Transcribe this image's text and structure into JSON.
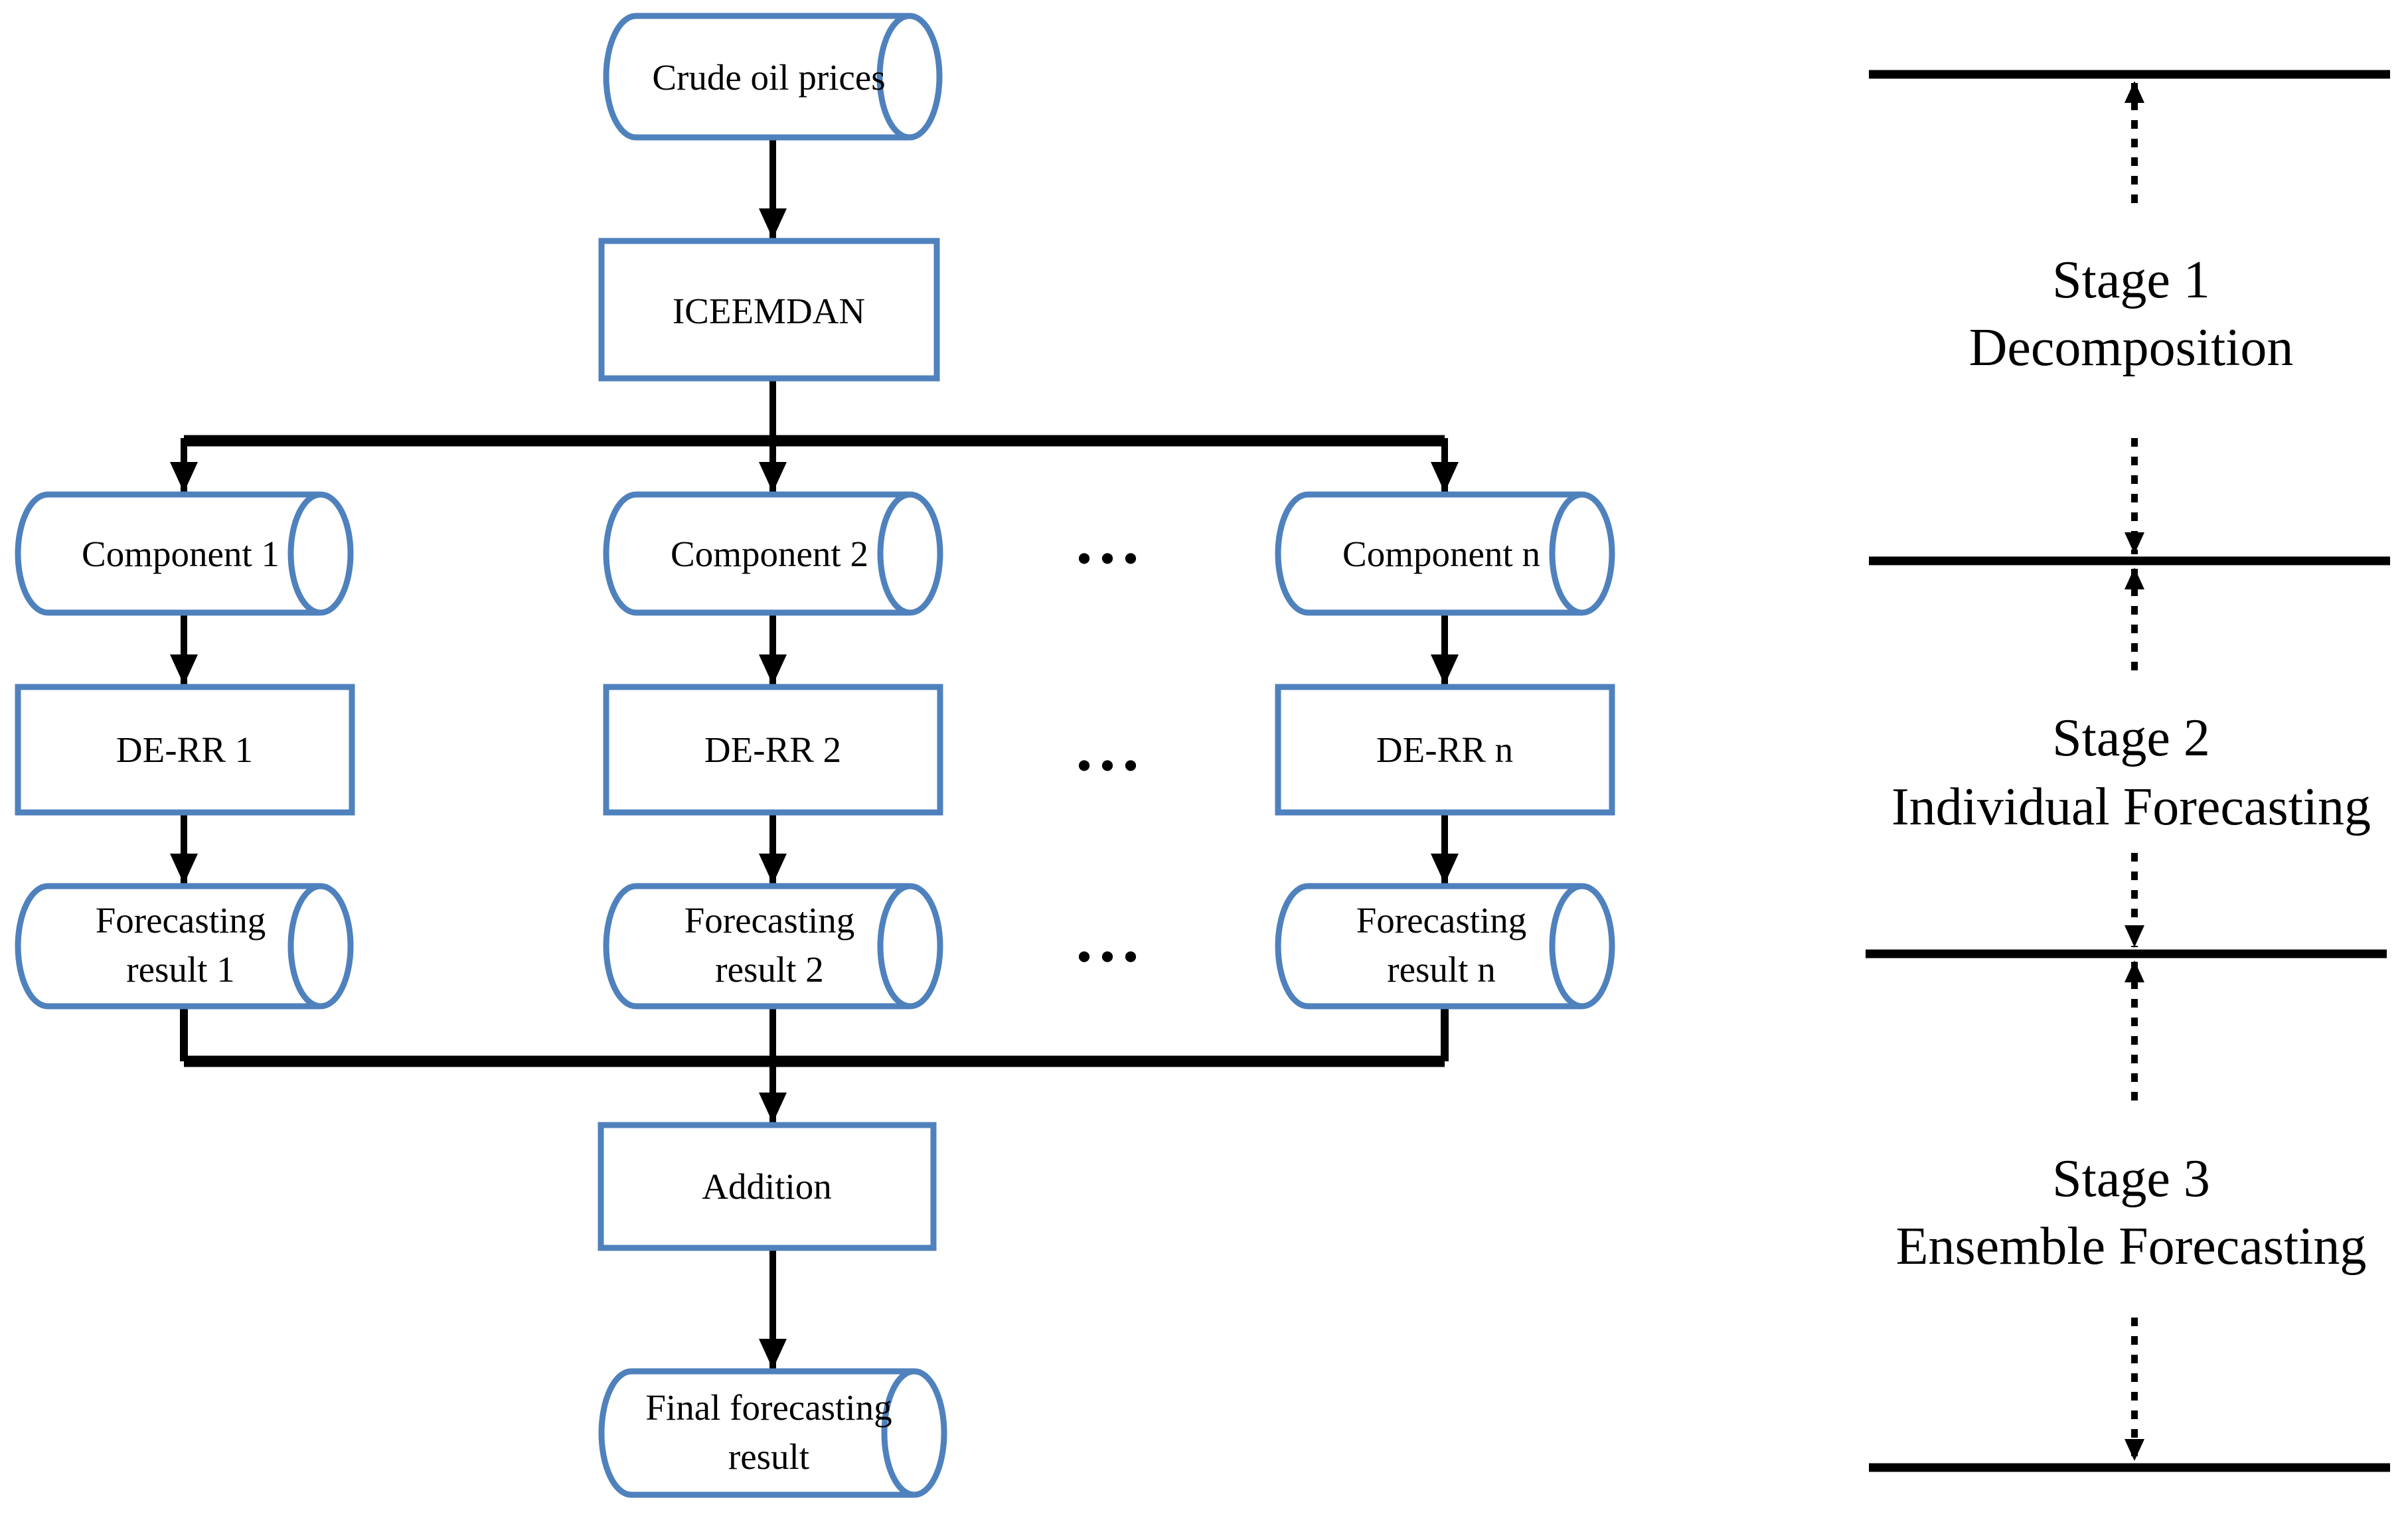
{
  "colors": {
    "shape_stroke": "#4f81bd",
    "ink": "#000000",
    "background": "#ffffff"
  },
  "flowchart": {
    "source": "Crude oil prices",
    "decomposer": "ICEEMDAN",
    "components": [
      "Component 1",
      "Component 2",
      "Component n"
    ],
    "models": [
      "DE-RR 1",
      "DE-RR 2",
      "DE-RR n"
    ],
    "results": [
      [
        "Forecasting",
        "result 1"
      ],
      [
        "Forecasting",
        "result 2"
      ],
      [
        "Forecasting",
        "result n"
      ]
    ],
    "ellipsis": "...",
    "aggregator": "Addition",
    "final": [
      "Final forecasting",
      "result"
    ]
  },
  "stages": [
    {
      "title": "Stage 1",
      "subtitle": "Decomposition"
    },
    {
      "title": "Stage 2",
      "subtitle": "Individual Forecasting"
    },
    {
      "title": "Stage 3",
      "subtitle": "Ensemble Forecasting"
    }
  ]
}
